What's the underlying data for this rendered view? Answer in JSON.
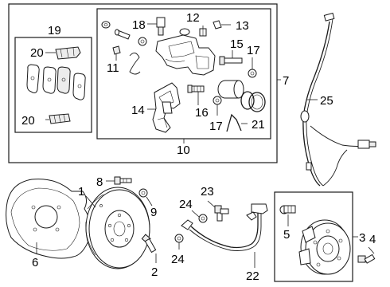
{
  "callouts": {
    "c1": "1",
    "c2": "2",
    "c3": "3",
    "c4": "4",
    "c5": "5",
    "c6": "6",
    "c7": "7",
    "c8": "8",
    "c9": "9",
    "c10": "10",
    "c11": "11",
    "c12": "12",
    "c13": "13",
    "c14": "14",
    "c15": "15",
    "c16": "16",
    "c17a": "17",
    "c17b": "17",
    "c18": "18",
    "c19": "19",
    "c20a": "20",
    "c20b": "20",
    "c21": "21",
    "c22": "22",
    "c23": "23",
    "c24a": "24",
    "c24b": "24",
    "c25": "25"
  },
  "parts": {
    "p1": "brake disc rotor",
    "p2": "bolt",
    "p3": "wheel hub and bearing assembly",
    "p4": "hub bolt",
    "p5": "wheel stud",
    "p6": "dust shield",
    "p7": "rear brake assembly",
    "p8": "bolt",
    "p9": "washer",
    "p10": "brake caliper kit",
    "p11": "caliper guide pin",
    "p12": "bleeder screw",
    "p13": "cap",
    "p14": "caliper bracket",
    "p15": "guide pin bolt",
    "p16": "bolt",
    "p17": "boot / seal",
    "p18": "guide bolt",
    "p19": "brake pad kit",
    "p20": "pad shim / clip",
    "p21": "spring clip",
    "p22": "brake hose",
    "p23": "union bolt",
    "p24": "gasket",
    "p25": "ABS wheel speed sensor"
  }
}
